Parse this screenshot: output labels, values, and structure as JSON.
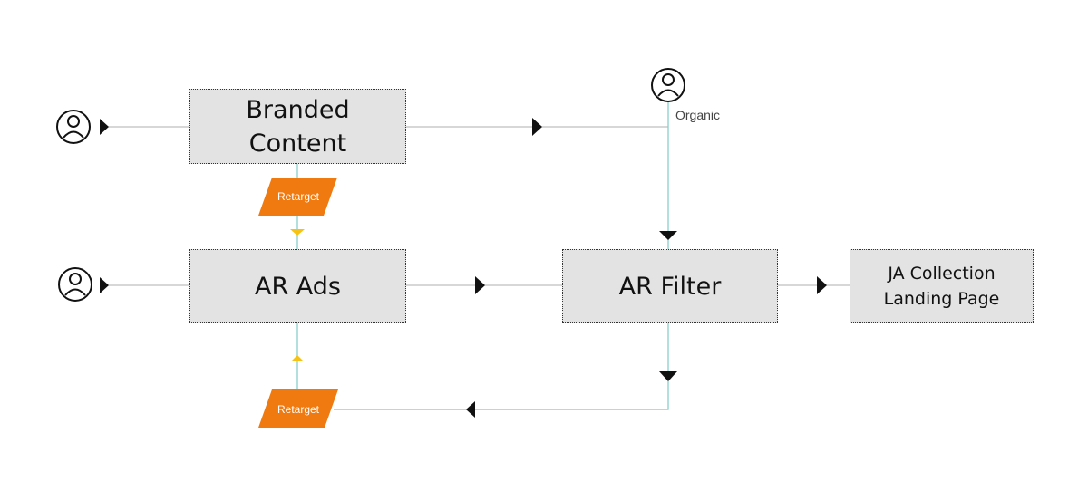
{
  "nodes": {
    "branded_content": [
      "Branded",
      "Content"
    ],
    "ar_ads": "AR Ads",
    "ar_filter": "AR Filter",
    "landing_page": [
      "JA Collection",
      "Landing Page"
    ]
  },
  "tags": {
    "retarget_top": "Retarget",
    "retarget_bottom": "Retarget"
  },
  "labels": {
    "organic": "Organic"
  },
  "icons": {
    "user": "user-icon",
    "arrow": "arrow-icon"
  },
  "colors": {
    "box_fill": "#e3e3e3",
    "retarget_fill": "#f07a10",
    "link_teal": "#7fcbc4",
    "link_gray": "#bfbfbf",
    "arrow_black": "#111111",
    "arrow_yellow": "#f6c315"
  }
}
